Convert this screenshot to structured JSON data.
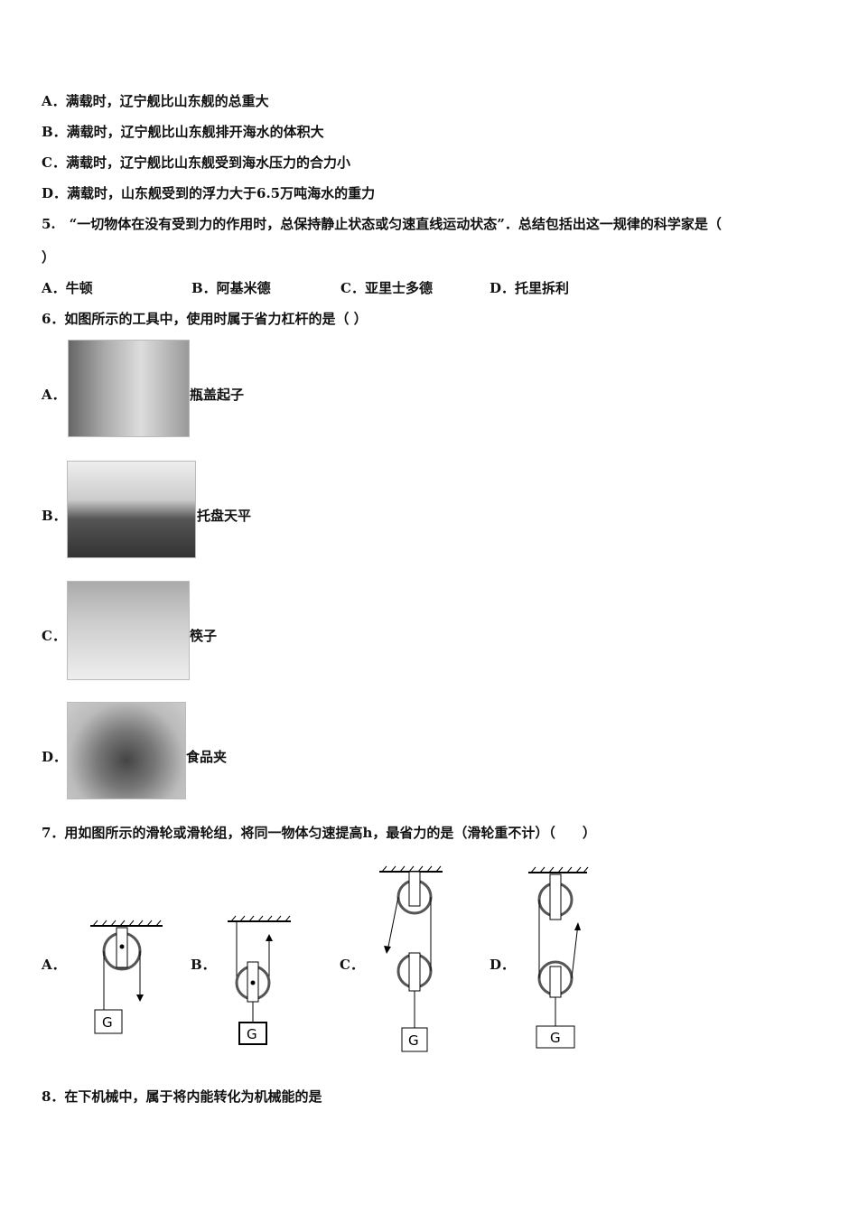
{
  "q4_options": [
    "A．满载时，辽宁舰比山东舰的总重大",
    "B．满载时，辽宁舰比山东舰排开海水的体积大",
    "C．满载时，辽宁舰比山东舰受到海水压力的合力小",
    "D．满载时，山东舰受到的浮力大于6.5万吨海水的重力"
  ],
  "q5": {
    "stem": "5.　“一切物体在没有受到力的作用时，总保持静止状态或匀速直线运动状态”．总结包括出这一规律的科学家是（",
    "stem_end": "）",
    "options": [
      "A．牛顿",
      "B．阿基米德",
      "C．亚里士多德",
      "D．托里拆利"
    ]
  },
  "q6": {
    "stem": "6．如图所示的工具中，使用时属于省力杠杆的是（  ）",
    "options": [
      {
        "letter": "A．",
        "caption": "瓶盖起子"
      },
      {
        "letter": "B．",
        "caption": "托盘天平"
      },
      {
        "letter": "C．",
        "caption": "筷子"
      },
      {
        "letter": "D．",
        "caption": "食品夹"
      }
    ]
  },
  "q7": {
    "stem": "7．用如图所示的滑轮或滑轮组，将同一物体匀速提高h，最省力的是（滑轮重不计）（　　）",
    "letters": [
      "A．",
      "B．",
      "C．",
      "D．"
    ],
    "weight_label": "G"
  },
  "q8": {
    "stem": "8．在下机械中，属于将内能转化为机械能的是"
  }
}
